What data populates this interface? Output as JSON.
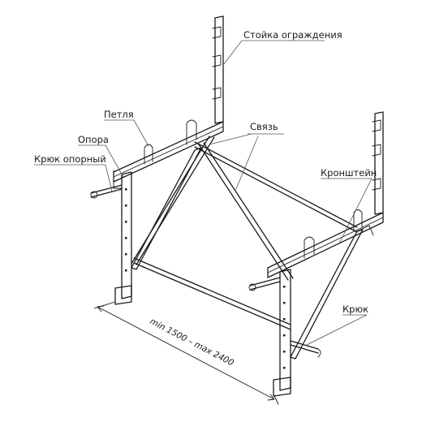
{
  "diagram": {
    "labels": {
      "guard_post": "Стойка ограждения",
      "loop": "Петля",
      "brace": "Связь",
      "support": "Опора",
      "support_hook": "Крюк опорный",
      "bracket": "Кронштейн",
      "hook": "Крюк"
    },
    "dimension": "min 1500 – max 2400"
  }
}
